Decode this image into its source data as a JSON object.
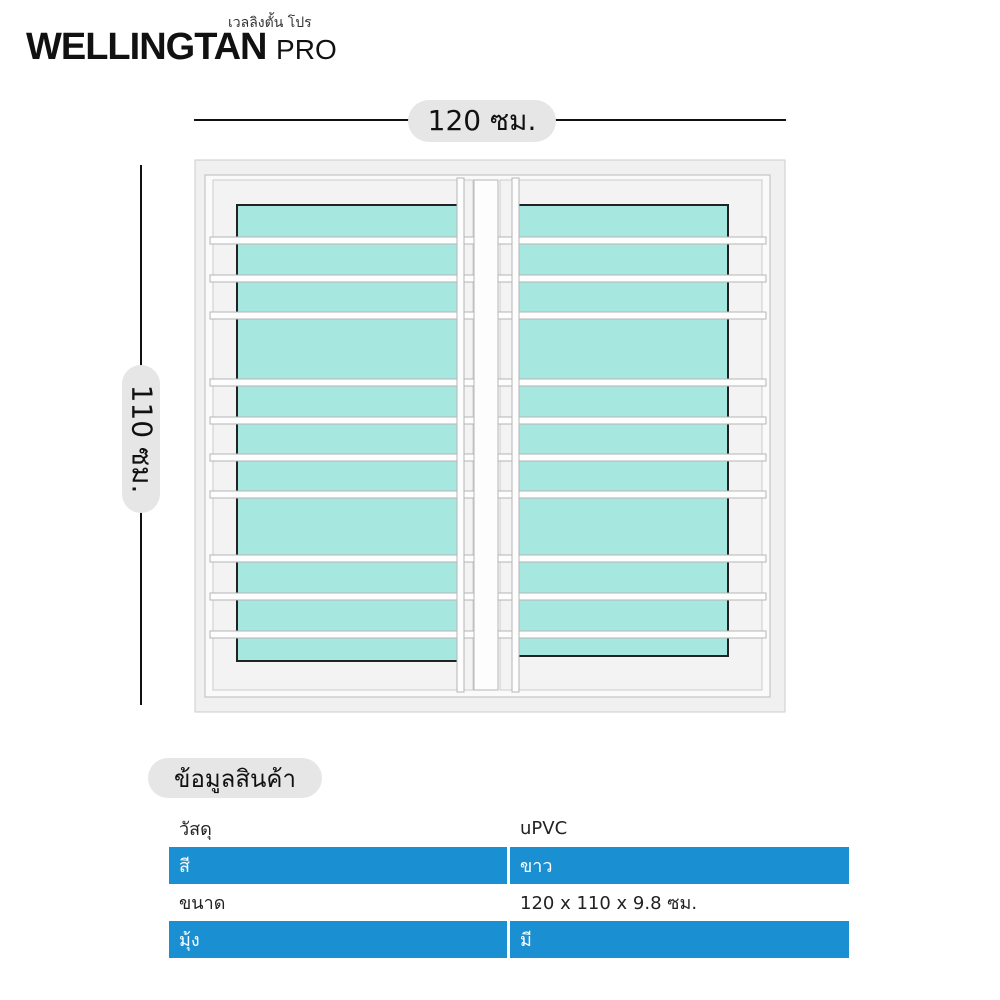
{
  "brand": {
    "thai": "เวลลิงตั้น โปร",
    "name": "WELLINGTAN",
    "suffix": "PRO"
  },
  "dimensions": {
    "width_label": "120 ซม.",
    "height_label": "110 ซม."
  },
  "info": {
    "title": "ข้อมูลสินค้า",
    "rows": [
      {
        "label": "วัสดุ",
        "value": "uPVC"
      },
      {
        "label": "สี",
        "value": "ขาว"
      },
      {
        "label": "ขนาด",
        "value": "120 x 110 x 9.8 ซม."
      },
      {
        "label": "มุ้ง",
        "value": "มี"
      }
    ]
  },
  "colors": {
    "glass": "#a6e8e0",
    "accent": "#1a8fd1",
    "frame": "#f2f2f2"
  }
}
